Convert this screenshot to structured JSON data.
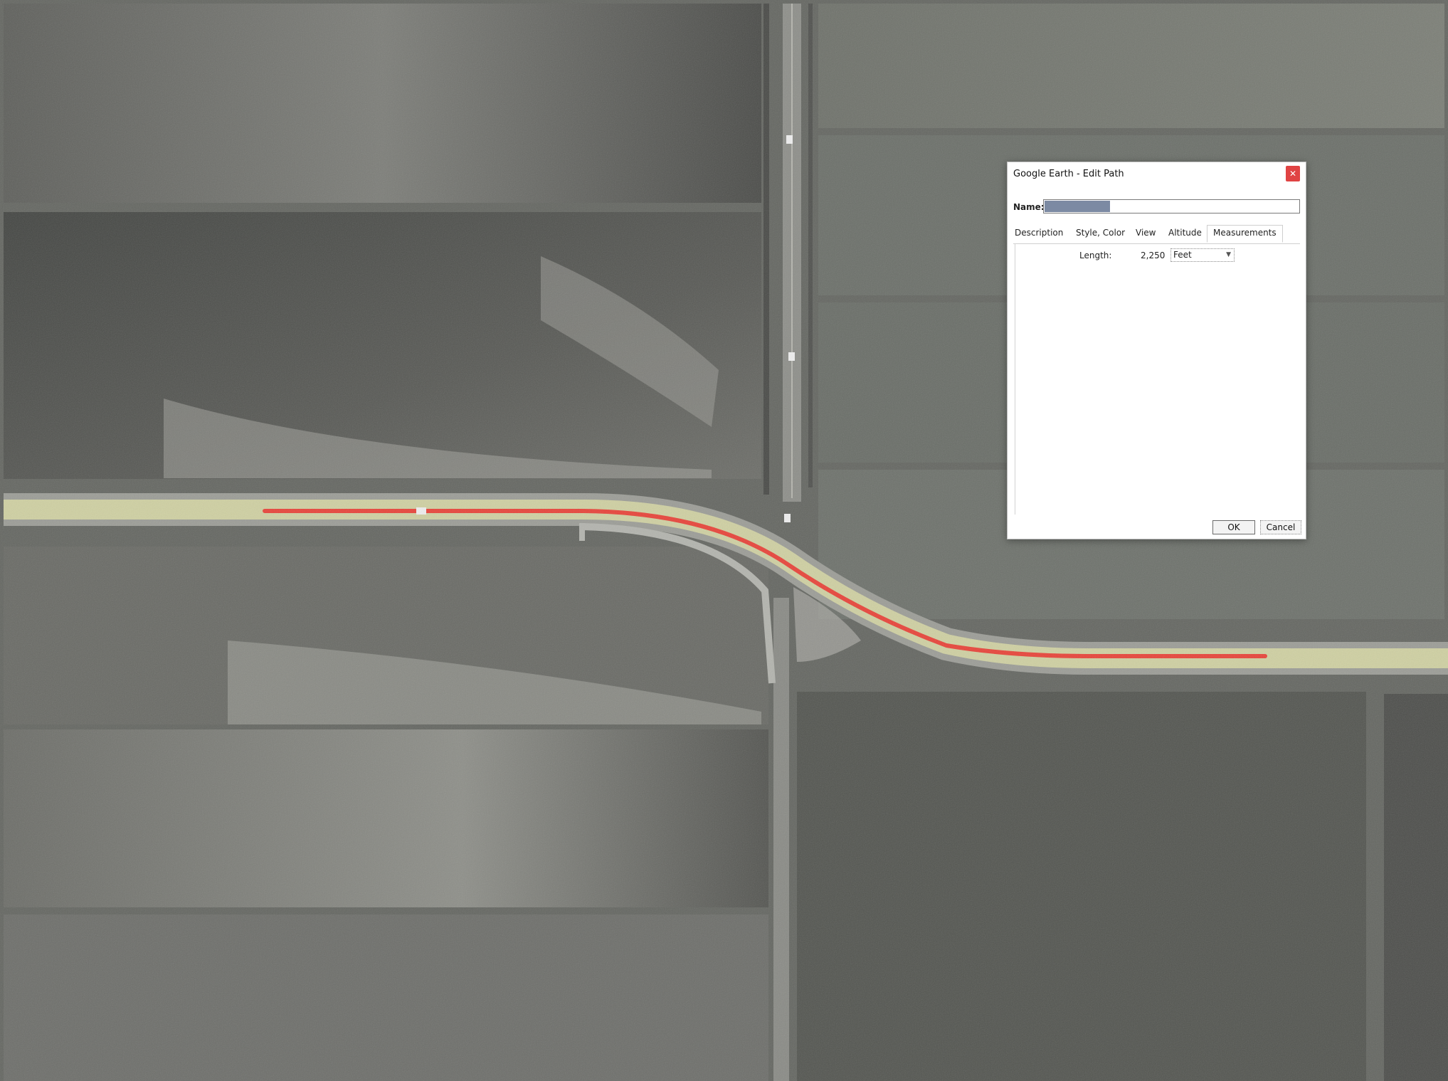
{
  "map": {
    "path_color": "#e8443a",
    "road_color": "#cfd0a2"
  },
  "dialog": {
    "title": "Google Earth - Edit Path",
    "close_icon": "close-icon",
    "name_label": "Name:",
    "name_value": "",
    "tabs": [
      "Description",
      "Style, Color",
      "View",
      "Altitude",
      "Measurements"
    ],
    "active_tab": "Measurements",
    "measurements": {
      "length_label": "Length:",
      "length_value": "2,250",
      "unit": "Feet"
    },
    "ok_label": "OK",
    "cancel_label": "Cancel"
  }
}
